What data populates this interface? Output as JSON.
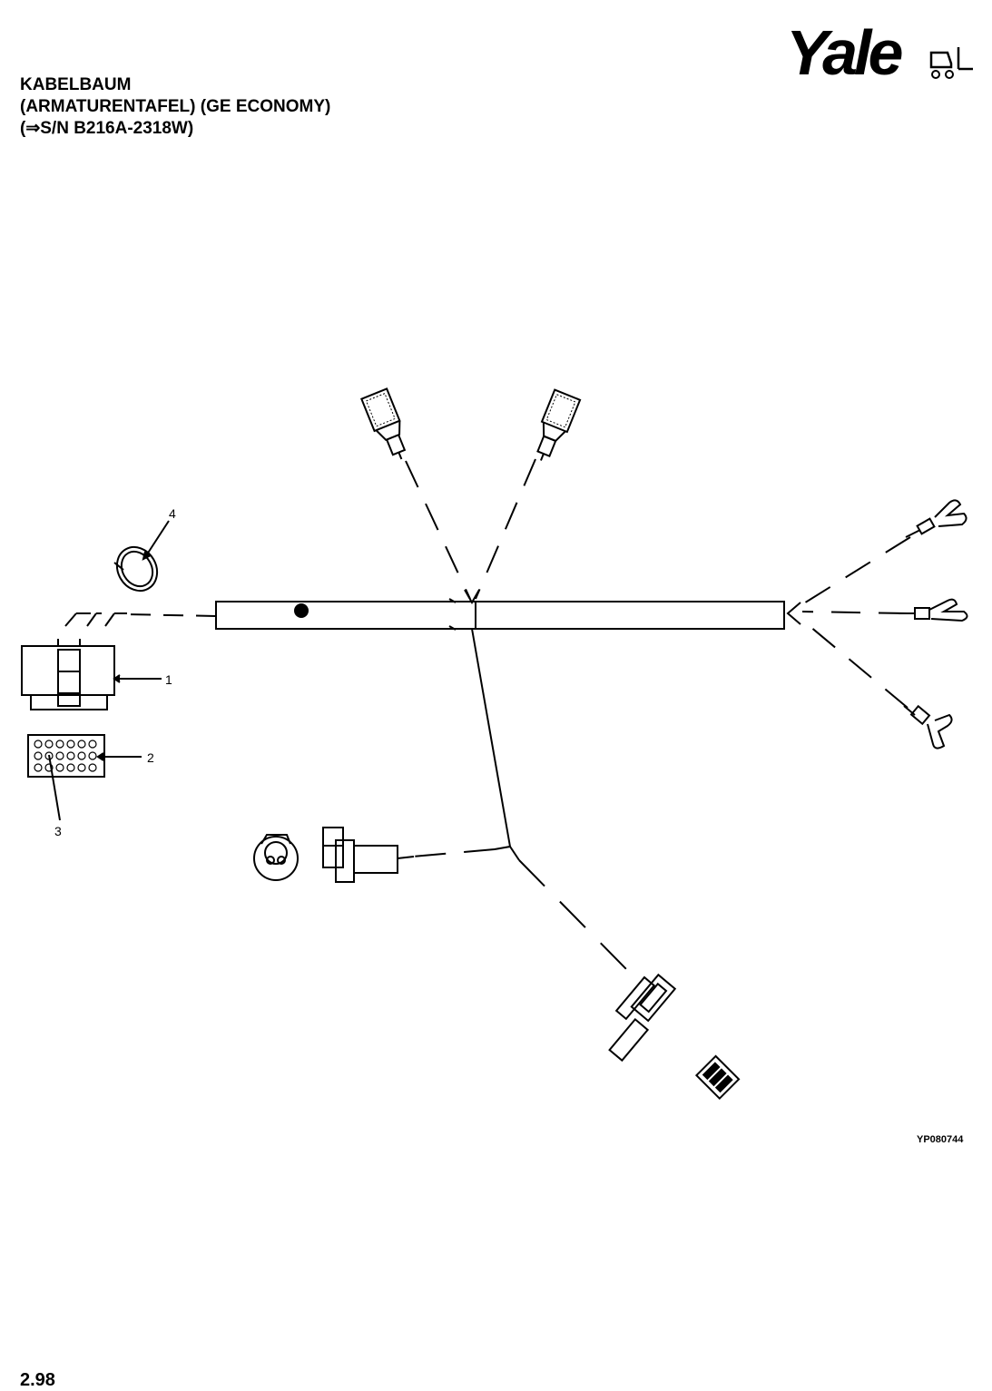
{
  "header": {
    "title_lines": [
      "KABELBAUM",
      "(ARMATURENTAFEL) (GE ECONOMY)",
      "(⇒S/N B216A-2318W)"
    ]
  },
  "logo": {
    "text": "Yale",
    "icon": "forklift-icon"
  },
  "diagram": {
    "callouts": [
      {
        "label": "1"
      },
      {
        "label": "2"
      },
      {
        "label": "3"
      },
      {
        "label": "4"
      }
    ],
    "figure_id": "YP080744"
  },
  "footer": {
    "page_number": "2.98"
  }
}
